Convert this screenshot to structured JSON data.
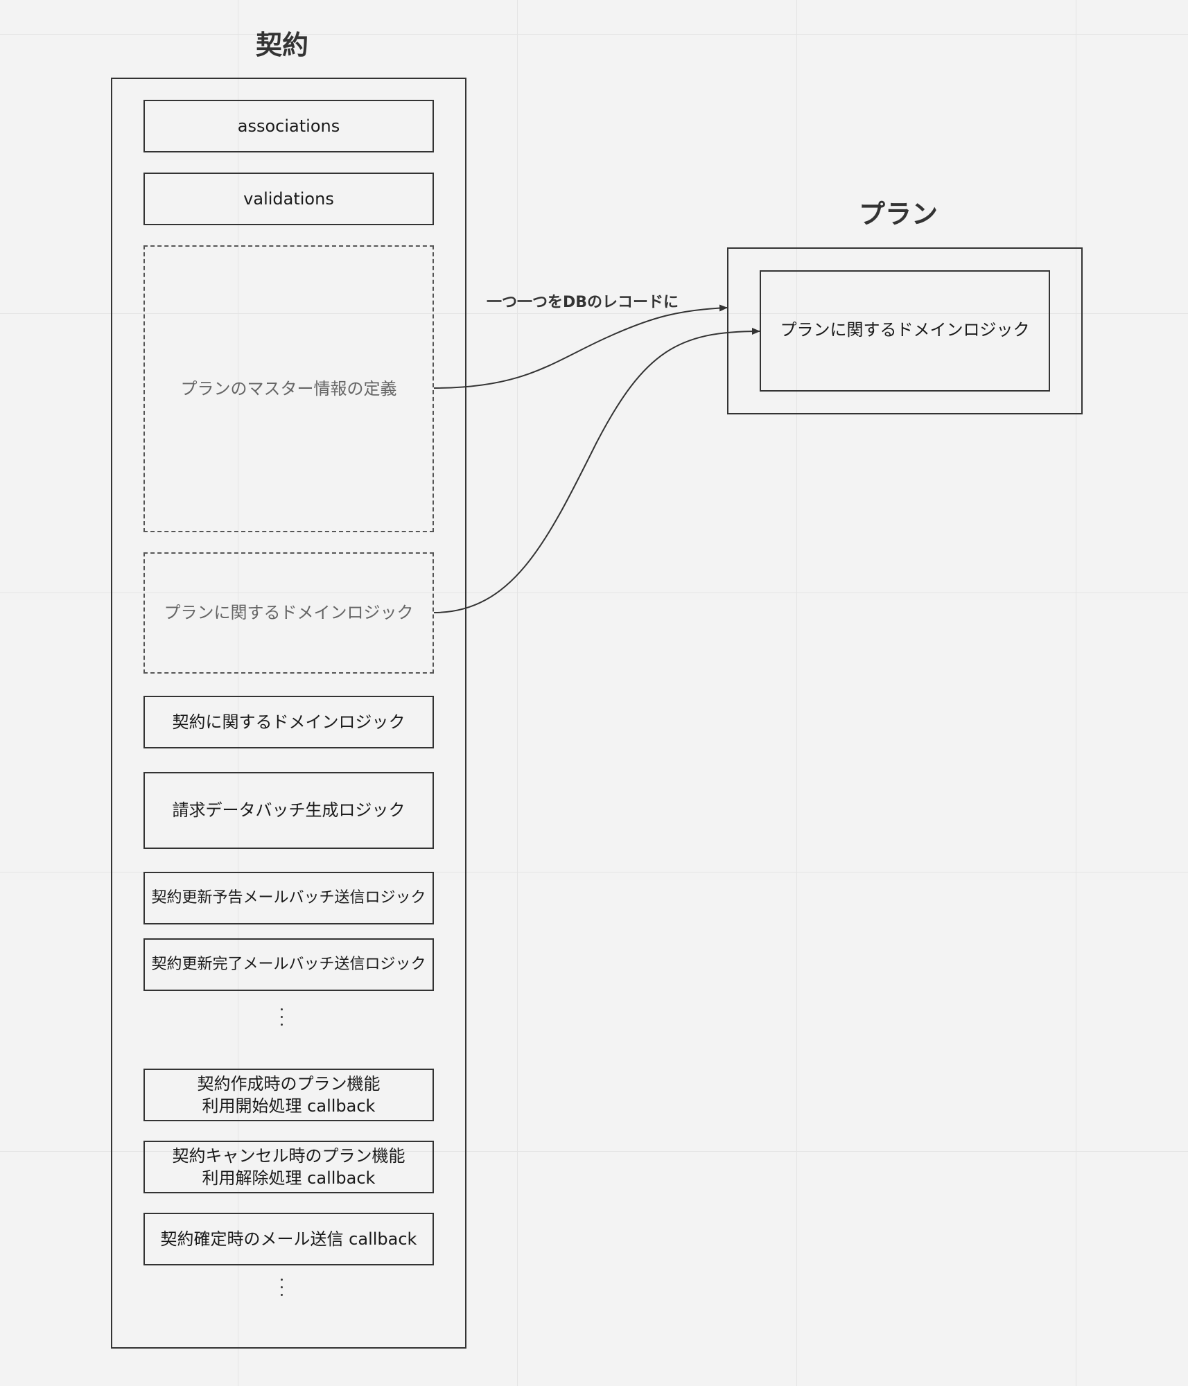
{
  "contract": {
    "title": "契約",
    "blocks": [
      {
        "label": "associations",
        "style": "solid"
      },
      {
        "label": "validations",
        "style": "solid"
      },
      {
        "label": "プランのマスター情報の定義",
        "style": "dashed"
      },
      {
        "label": "プランに関するドメインロジック",
        "style": "dashed"
      },
      {
        "label": "契約に関するドメインロジック",
        "style": "solid"
      },
      {
        "label": "請求データバッチ生成ロジック",
        "style": "solid"
      },
      {
        "label": "契約更新予告メールバッチ送信ロジック",
        "style": "solid"
      },
      {
        "label": "契約更新完了メールバッチ送信ロジック",
        "style": "solid"
      },
      {
        "label": "契約作成時のプラン機能\n利用開始処理 callback",
        "style": "solid"
      },
      {
        "label": "契約キャンセル時のプラン機能\n利用解除処理 callback",
        "style": "solid"
      },
      {
        "label": "契約確定時のメール送信 callback",
        "style": "solid"
      }
    ]
  },
  "plan": {
    "title": "プラン",
    "inner_label": "プランに関するドメインロジック"
  },
  "edges": [
    {
      "from": "プランのマスター情報の定義",
      "to": "プラン",
      "label": "一つ一つをDBのレコードに"
    },
    {
      "from": "プランに関するドメインロジック",
      "to": "プランに関するドメインロジック",
      "label": ""
    }
  ],
  "colors": {
    "background": "#f3f3f3",
    "grid": "#e4e4e4",
    "stroke": "#333333",
    "dashed_text": "#666666"
  }
}
